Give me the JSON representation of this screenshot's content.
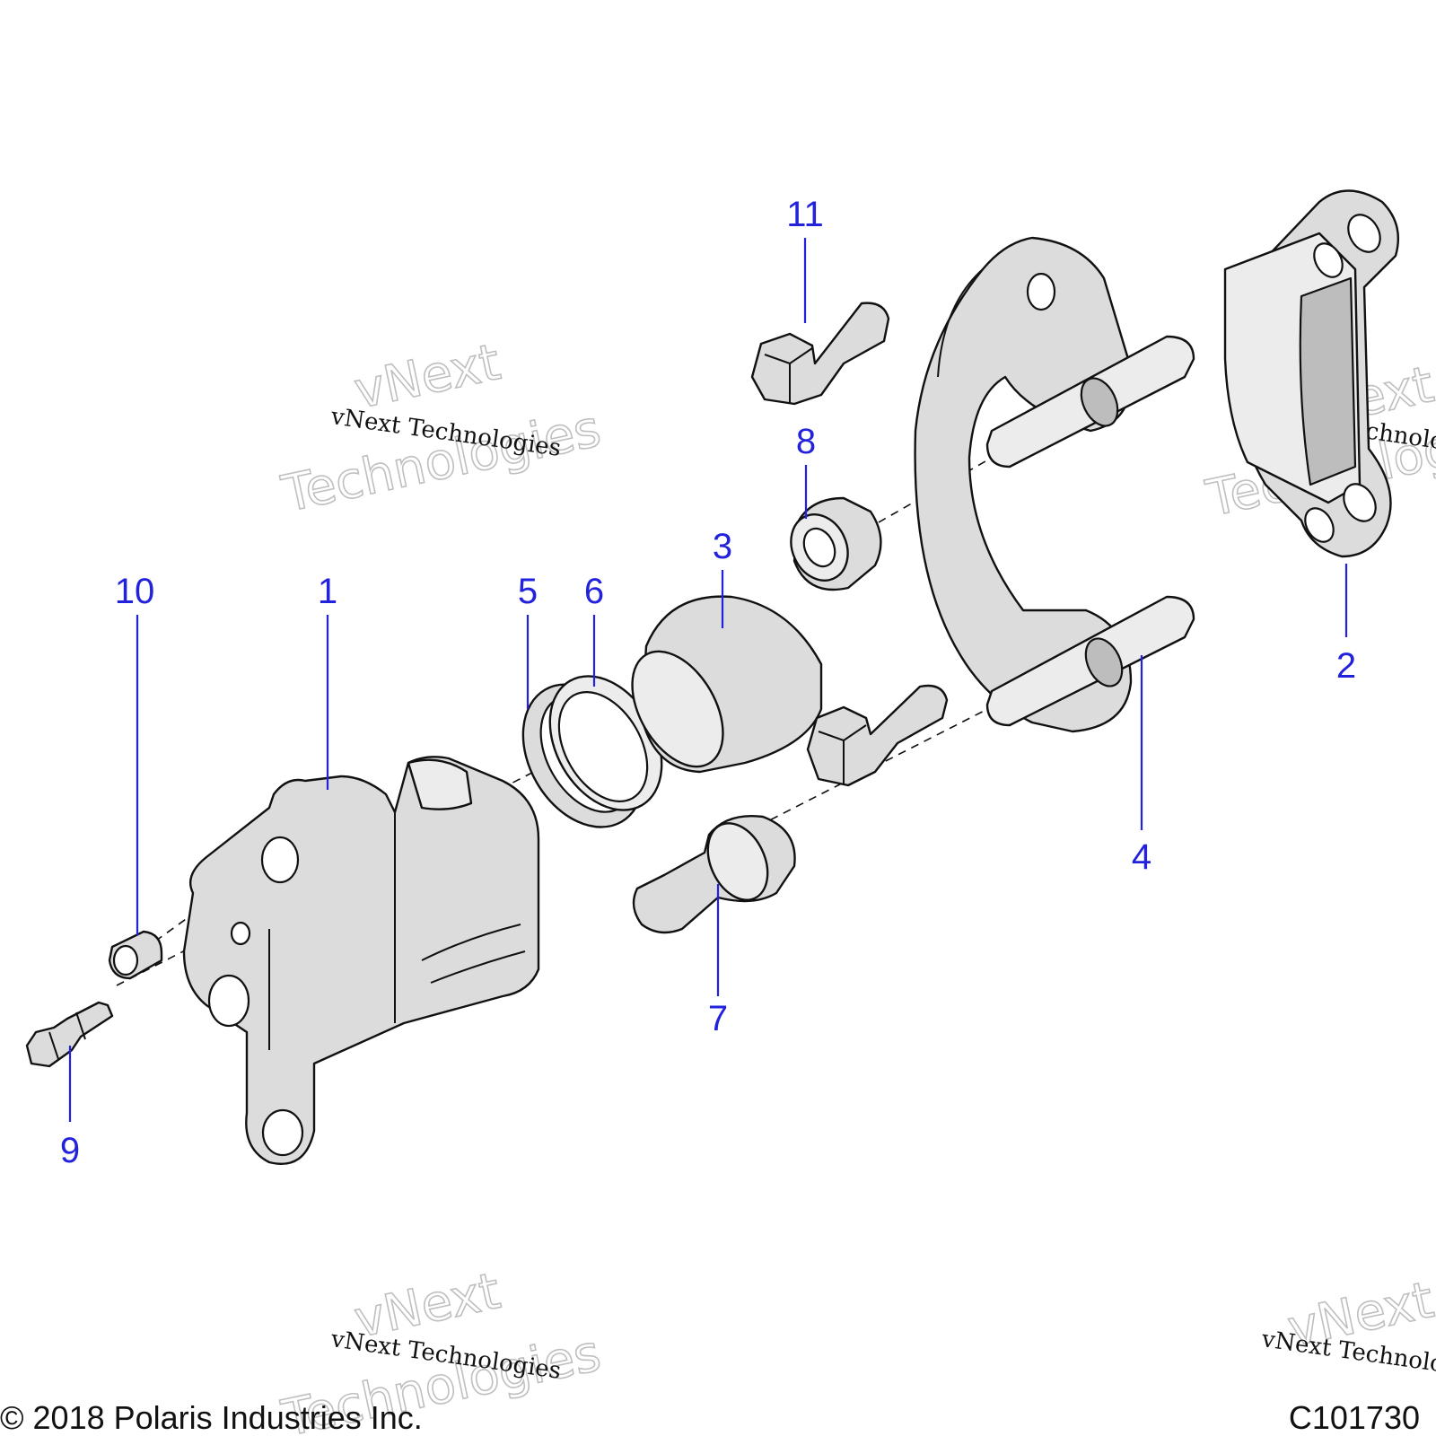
{
  "watermarks": {
    "small": "vNext Technologies",
    "big_line1": "vNext",
    "big_line2": "Technologies"
  },
  "callouts": [
    {
      "id": "1",
      "label": "1"
    },
    {
      "id": "2",
      "label": "2"
    },
    {
      "id": "3",
      "label": "3"
    },
    {
      "id": "4",
      "label": "4"
    },
    {
      "id": "5",
      "label": "5"
    },
    {
      "id": "6",
      "label": "6"
    },
    {
      "id": "7",
      "label": "7"
    },
    {
      "id": "8",
      "label": "8"
    },
    {
      "id": "9",
      "label": "9"
    },
    {
      "id": "10",
      "label": "10"
    },
    {
      "id": "11",
      "label": "11"
    }
  ],
  "footer": {
    "copyright": "© 2018 Polaris Industries Inc.",
    "figure_id": "C101730"
  },
  "colors": {
    "callout": "#2222dd",
    "part_fill": "#dcdcdc",
    "outline": "#111111"
  }
}
